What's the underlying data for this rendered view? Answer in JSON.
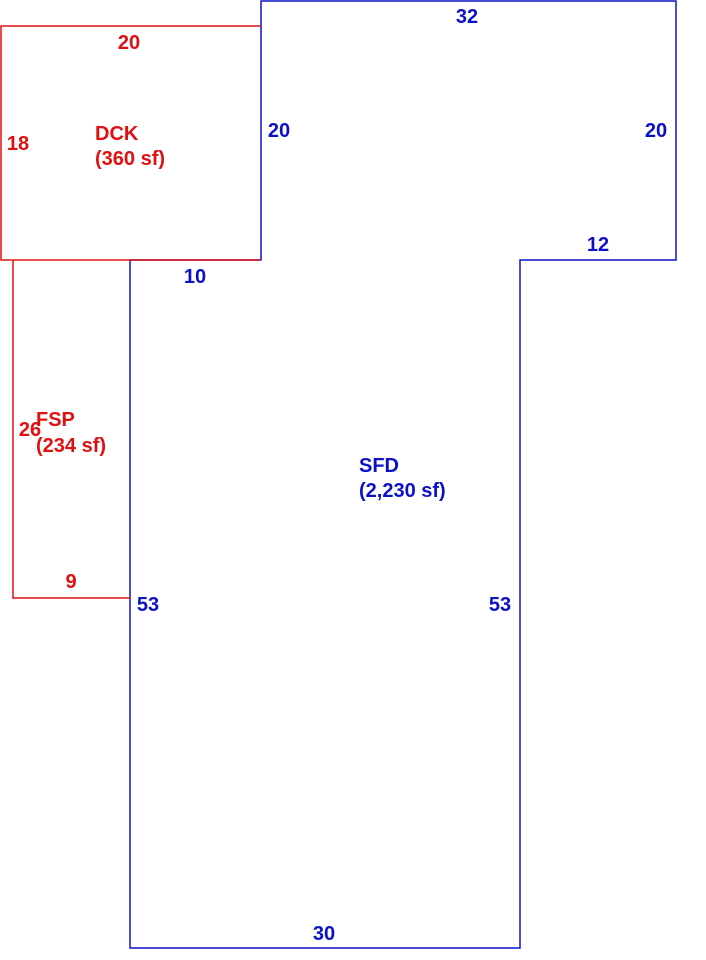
{
  "colors": {
    "dck_fsp": "#e01010",
    "sfd": "#0a12c8"
  },
  "areas": {
    "sfd": {
      "code": "SFD",
      "area": "(2,230 sf)"
    },
    "dck": {
      "code": "DCK",
      "area": "(360 sf)"
    },
    "fsp": {
      "code": "FSP",
      "area": "(234 sf)"
    }
  },
  "dimensions": {
    "sfd": {
      "top": "32",
      "right_upper": "20",
      "step": "12",
      "right_lower": "53",
      "bottom": "30",
      "left_lower": "53",
      "notch": "10",
      "left_upper": "20"
    },
    "dck": {
      "top": "20",
      "left": "18"
    },
    "fsp": {
      "left": "26",
      "bottom": "9"
    }
  }
}
